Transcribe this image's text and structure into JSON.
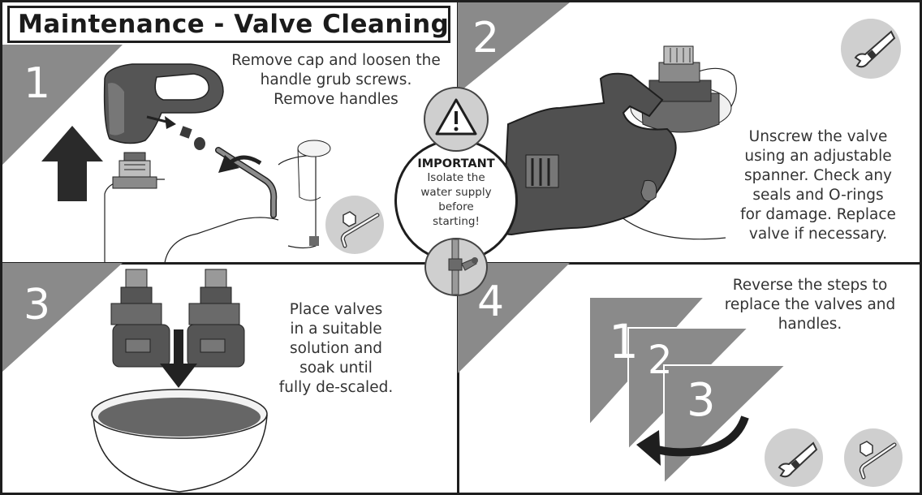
{
  "title": "Maintenance - Valve Cleaning",
  "important": {
    "heading": "IMPORTANT",
    "lines": [
      "Isolate the",
      "water supply",
      "before",
      "starting!"
    ]
  },
  "steps": [
    {
      "number": "1",
      "lines": [
        "Remove cap and loosen the",
        "handle grub screws.",
        "Remove handles"
      ]
    },
    {
      "number": "2",
      "lines": [
        "Unscrew the valve",
        "using an adjustable",
        "spanner. Check any",
        "seals and O-rings",
        "for damage. Replace",
        "valve if necessary."
      ]
    },
    {
      "number": "3",
      "lines": [
        "Place valves",
        "in a suitable",
        "solution and",
        "soak until",
        "fully de-scaled."
      ]
    },
    {
      "number": "4",
      "lines": [
        "Reverse the steps to",
        "replace the valves and",
        "handles."
      ]
    }
  ],
  "sequence_labels": [
    "1",
    "2",
    "3"
  ],
  "colors": {
    "panel_gray": "#8a8a8a",
    "badge_gray": "#cfcfcf",
    "line": "#1e1e1e",
    "part_dark": "#4a4a4a"
  },
  "icons": [
    "warning-icon",
    "tap-icon",
    "allen-key-icon",
    "adjustable-spanner-icon",
    "arrow-up-icon",
    "arrow-down-icon",
    "curved-arrow-icon"
  ]
}
